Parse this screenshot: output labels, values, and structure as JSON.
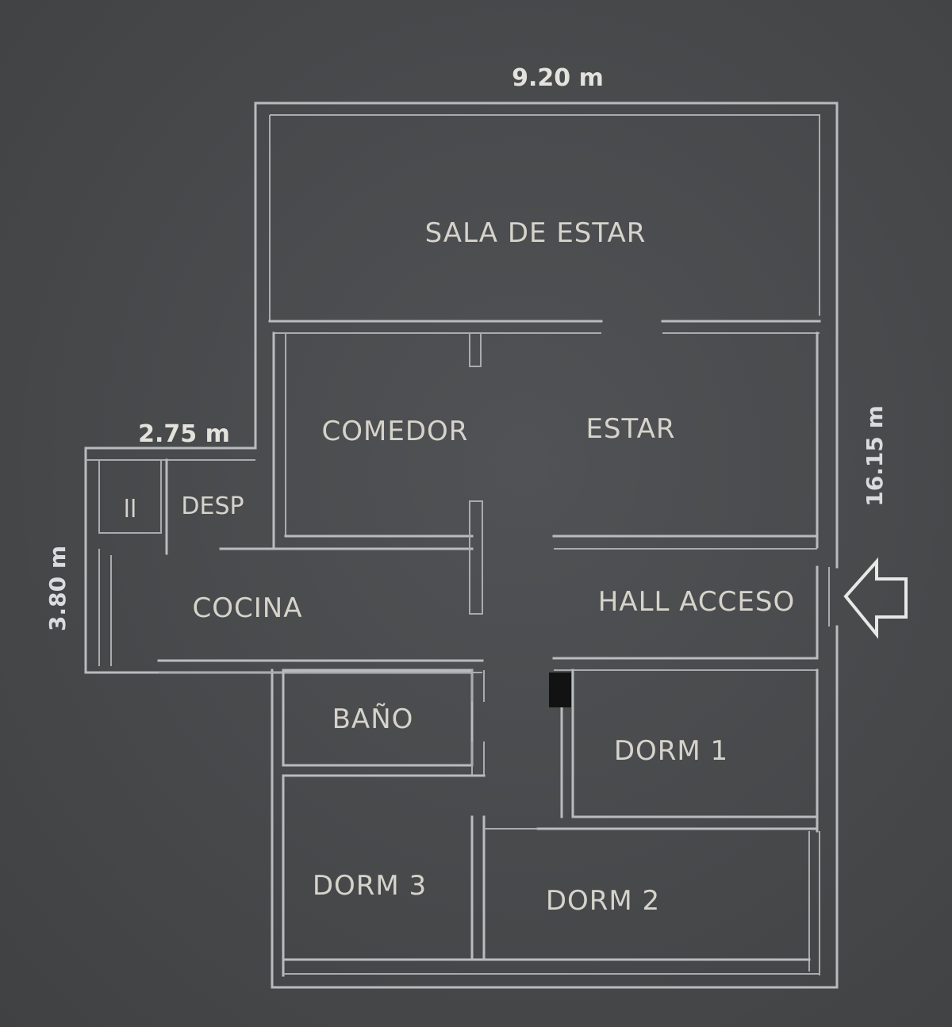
{
  "rooms": {
    "sala_de_estar": "SALA DE ESTAR",
    "comedor": "COMEDOR",
    "estar": "ESTAR",
    "desp": "DESP",
    "closet": "ll",
    "cocina": "COCINA",
    "hall_acceso": "HALL ACCESO",
    "bano": "BAÑO",
    "dorm_1": "DORM 1",
    "dorm_2": "DORM 2",
    "dorm_3": "DORM 3"
  },
  "dimensions": {
    "total_width": "9.20 m",
    "total_length": "16.15 m",
    "annex_width": "2.75 m",
    "annex_height": "3.80 m"
  },
  "colors": {
    "background": "#494b4d",
    "walls": "#b9bcbe",
    "text": "#d6d3cb"
  },
  "icons": {
    "entrance": "entrance-arrow-icon"
  }
}
